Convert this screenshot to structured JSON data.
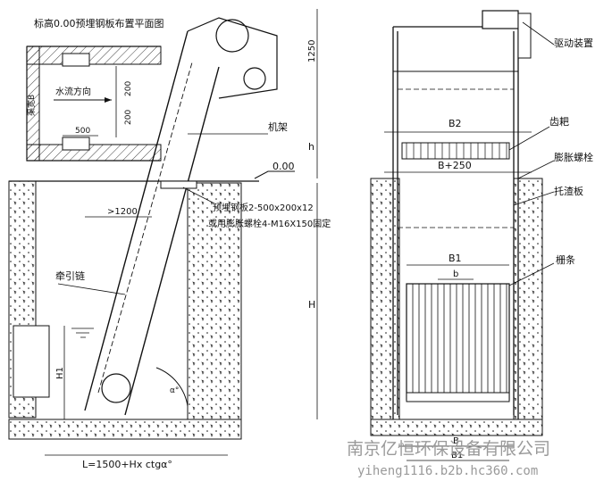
{
  "left_view": {
    "plan_title": "标高0.00预埋钢板布置平面图",
    "flow_direction": "水流方向",
    "width_label": "渠宽B",
    "dim_200_upper": "200",
    "dim_200_lower": "200",
    "dim_500": "500",
    "dim_1250": "1250",
    "frame_label": "机架",
    "h_label": "h",
    "elevation_label": "0.00",
    "dim_1200": ">1200",
    "plate_spec": "预埋钢板2-500x200x12",
    "bolt_spec": "或用膨胀螺栓4-M16X150固定",
    "chain_label": "牵引链",
    "H_label": "H",
    "H1_label": "H1",
    "length_formula": "L=1500+Hx ctgα°",
    "alpha_label": "α°"
  },
  "right_view": {
    "drive_label": "驱动装置",
    "rake_label": "齿耙",
    "bolt_label": "膨胀螺栓",
    "slag_plate_label": "托渣板",
    "bars_label": "栅条",
    "B2_label": "B2",
    "B250_label": "B+250",
    "B1_label": "B1",
    "b_label": "b",
    "B_bottom_label": "B",
    "B1_bottom_label": "B1"
  },
  "watermark": {
    "company": "南京亿恒环保设备有限公司",
    "url": "yiheng1116.b2b.hc360.com"
  },
  "colors": {
    "line": "#111111",
    "watermark": "#9a9a9a",
    "background": "#ffffff"
  }
}
